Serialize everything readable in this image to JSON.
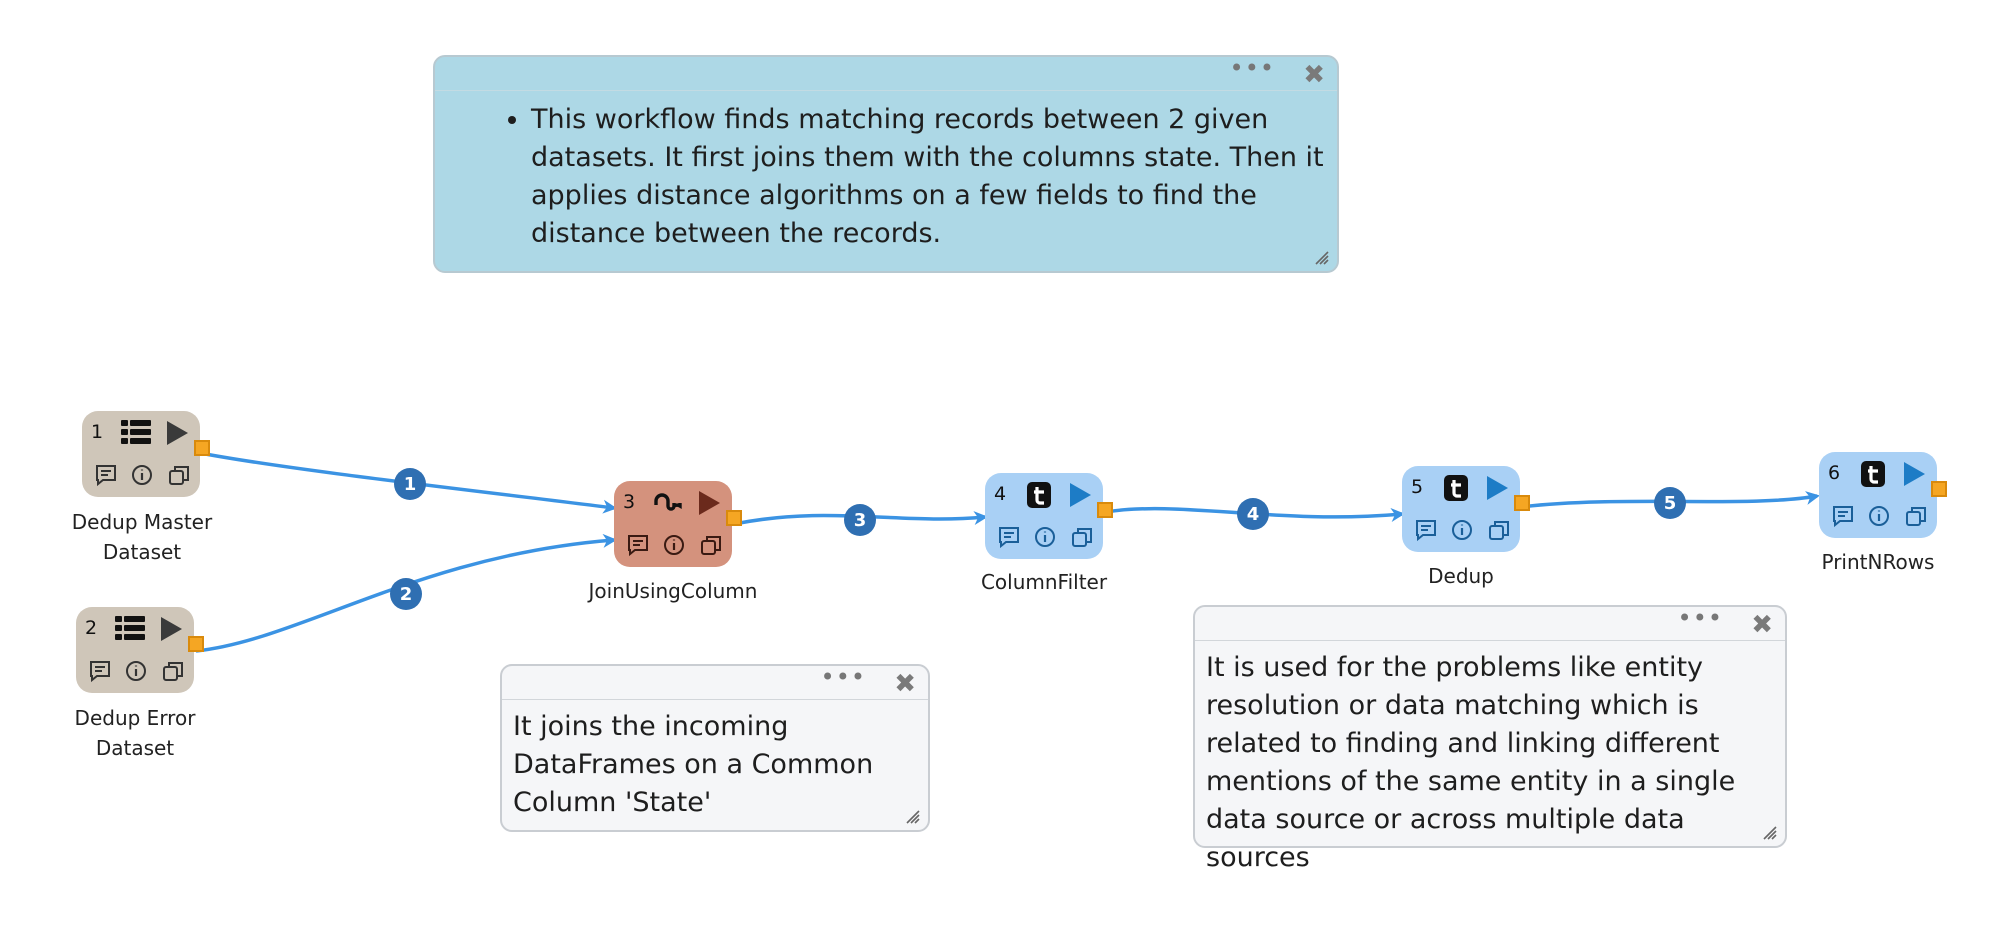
{
  "notes": {
    "top": {
      "bullet": "This workflow finds matching records between 2 given datasets. It first joins them with the columns state. Then it applies distance algorithms on a few fields to find the distance between the records."
    },
    "join": {
      "text": "It joins the incoming DataFrames on a Common Column 'State'"
    },
    "dedup": {
      "text": "It is used for the problems like entity resolution or data matching which is related to finding and linking different mentions of the same entity in a single data source or across multiple data sources"
    }
  },
  "nodes": [
    {
      "num": "1",
      "label_line1": "Dedup Master",
      "label_line2": "Dataset",
      "type_icon": "table-icon",
      "color": "#cfc6b9"
    },
    {
      "num": "2",
      "label_line1": "Dedup Error",
      "label_line2": "Dataset",
      "type_icon": "table-icon",
      "color": "#cfc6b9"
    },
    {
      "num": "3",
      "label": "JoinUsingColumn",
      "type_icon": "stumbleupon-icon",
      "color": "#d4927d"
    },
    {
      "num": "4",
      "label": "ColumnFilter",
      "type_icon": "tumblr-icon",
      "color": "#a9d0f5"
    },
    {
      "num": "5",
      "label": "Dedup",
      "type_icon": "tumblr-icon",
      "color": "#a9d0f5"
    },
    {
      "num": "6",
      "label": "PrintNRows",
      "type_icon": "tumblr-icon",
      "color": "#a9d0f5"
    }
  ],
  "edges": [
    "1",
    "2",
    "3",
    "4",
    "5"
  ],
  "colors": {
    "edge": "#3b93e3",
    "edge_badge": "#2f6fb2",
    "note_top": "#add8e6",
    "note_plain": "#f5f6f8",
    "port": "#f5a623"
  }
}
